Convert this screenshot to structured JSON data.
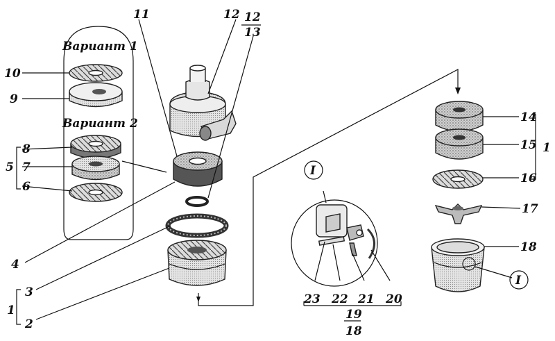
{
  "variants": {
    "variant1": "Вариант 1",
    "variant2": "Вариант 2"
  },
  "labels": {
    "p1_left": "1",
    "p1_right": "1",
    "p2": "2",
    "p3": "3",
    "p4": "4",
    "p5": "5",
    "p6": "6",
    "p7": "7",
    "p8": "8",
    "p9": "9",
    "p10": "10",
    "p11": "11",
    "p12": "12",
    "p12_frac_num": "12",
    "p12_frac_den": "13",
    "p14": "14",
    "p15": "15",
    "p16": "16",
    "p17": "17",
    "p18": "18",
    "p19_frac_num": "19",
    "p19_frac_den": "18",
    "p20": "20",
    "p21": "21",
    "p22": "22",
    "p23": "23",
    "callout_I_top": "I",
    "callout_I_bottom": "I"
  },
  "colors": {
    "ink": "#111111",
    "shade_dark": "#6a6a6a",
    "shade_light": "#d8d8d8",
    "paper": "#ffffff"
  }
}
